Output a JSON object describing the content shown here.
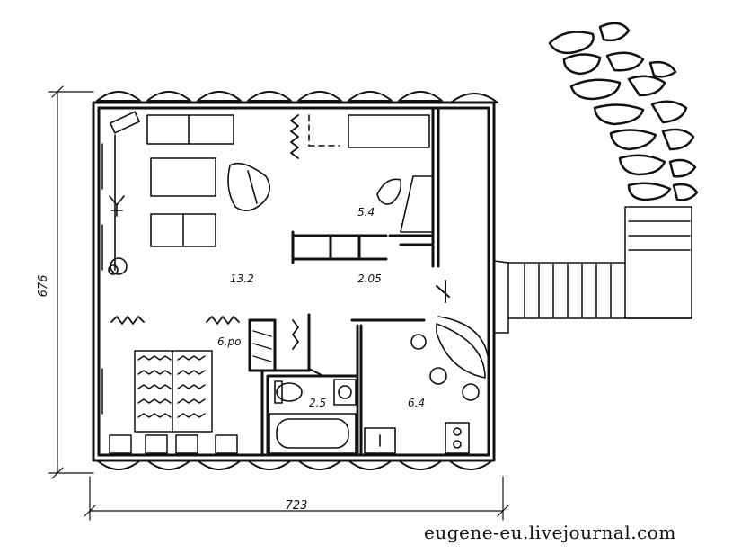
{
  "plan": {
    "dimensions": {
      "height": "676",
      "width": "723"
    },
    "rooms": [
      {
        "id": "bedroom-small",
        "label": "5.4"
      },
      {
        "id": "living",
        "label": "13.2"
      },
      {
        "id": "hall",
        "label": "2.05"
      },
      {
        "id": "closet",
        "label": "6.po"
      },
      {
        "id": "bath",
        "label": "2.5"
      },
      {
        "id": "kitchen",
        "label": "6.4"
      }
    ]
  },
  "credit": "eugene-eu.livejournal.com"
}
